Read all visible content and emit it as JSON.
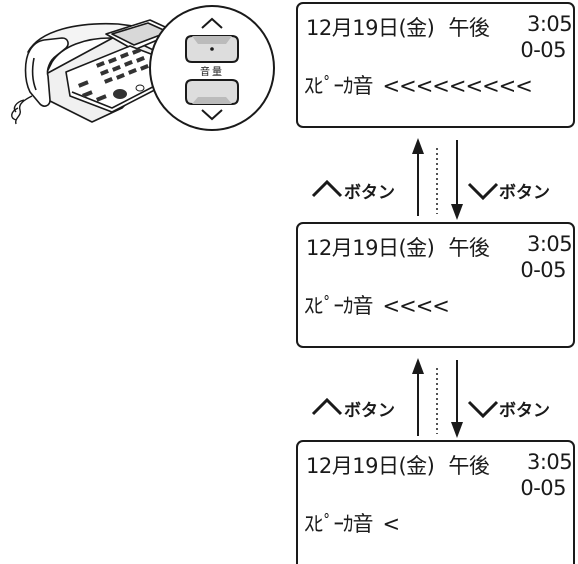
{
  "screens": [
    {
      "date": "12月19日(金)",
      "ampm": "午後",
      "time": "3:05",
      "extension": "0-05",
      "item": "ｽﾋﾟｰｶ音",
      "level": "<<<<<<<<<"
    },
    {
      "date": "12月19日(金)",
      "ampm": "午後",
      "time": "3:05",
      "extension": "0-05",
      "item": "ｽﾋﾟｰｶ音",
      "level": "<<<<"
    },
    {
      "date": "12月19日(金)",
      "ampm": "午後",
      "time": "3:05",
      "extension": "0-05",
      "item": "ｽﾋﾟｰｶ音",
      "level": "<"
    }
  ],
  "transitions": [
    {
      "up_label": "ボタン",
      "down_label": "ボタン"
    },
    {
      "up_label": "ボタン",
      "down_label": "ボタン"
    }
  ],
  "phone": {
    "volume_label": "音量",
    "up_icon": "chevron-up-icon",
    "down_icon": "chevron-down-icon"
  }
}
